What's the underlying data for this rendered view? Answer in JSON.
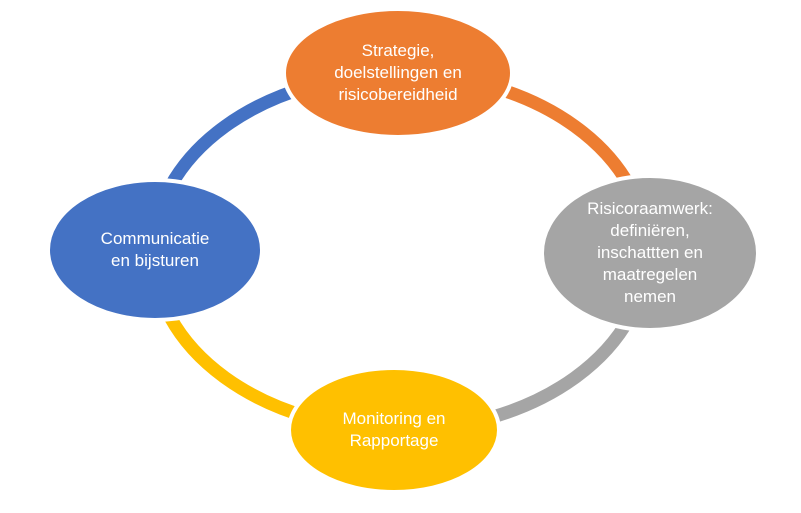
{
  "colors": {
    "background": "#FFFFFF",
    "text": "#FFFFFF",
    "orange": "#ED7D31",
    "gray": "#A5A5A5",
    "yellow": "#FFC000",
    "blue": "#4472C4"
  },
  "nodes": [
    {
      "id": "strategie",
      "color": "#ED7D31",
      "label": "Strategie, doelstellingen en risicobereidheid",
      "lines": [
        "Strategie,",
        "doelstellingen en",
        "risicobereidheid"
      ]
    },
    {
      "id": "risicoraamwerk",
      "color": "#A5A5A5",
      "label": "Risicoraamwerk: definiëren, inschattten en maatregelen nemen",
      "lines": [
        "Risicoraamwerk:",
        "definiëren,",
        "inschattten en",
        "maatregelen",
        "nemen"
      ]
    },
    {
      "id": "monitoring",
      "color": "#FFC000",
      "label": "Monitoring en Rapportage",
      "lines": [
        "Monitoring en",
        "Rapportage"
      ]
    },
    {
      "id": "communicatie",
      "color": "#4472C4",
      "label": "Communicatie en bijsturen",
      "lines": [
        "Communicatie",
        "en bijsturen"
      ]
    }
  ],
  "arcs": [
    {
      "id": "arc-strategie-to-risicoraamwerk",
      "color": "#ED7D31"
    },
    {
      "id": "arc-risicoraamwerk-to-monitoring",
      "color": "#A5A5A5"
    },
    {
      "id": "arc-monitoring-to-communicatie",
      "color": "#FFC000"
    },
    {
      "id": "arc-communicatie-to-strategie",
      "color": "#4472C4"
    }
  ]
}
